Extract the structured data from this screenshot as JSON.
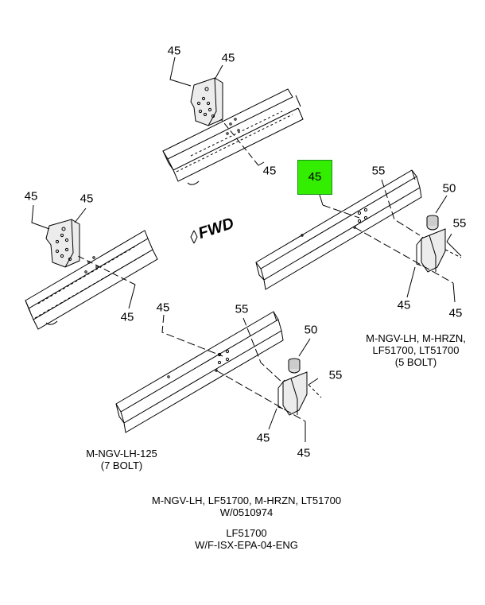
{
  "colors": {
    "line": "#000000",
    "highlight": "#33ee00",
    "part_fill": "#e6e6e6",
    "part_shade": "#9a9a9a"
  },
  "fwd_label": "FWD",
  "callouts": {
    "tl_a": "45",
    "tl_b": "45",
    "tl_c": "45",
    "ml_a": "45",
    "ml_b": "45",
    "ml_c": "45",
    "r_highlight": "45",
    "r_55a": "55",
    "r_50": "50",
    "r_55b": "55",
    "r_45a": "45",
    "r_45b": "45",
    "b_45": "45",
    "b_55a": "55",
    "b_50": "50",
    "b_55b": "55",
    "b_45a": "45",
    "b_45b": "45"
  },
  "captions": {
    "right_config": [
      "M-NGV-LH, M-HRZN,",
      "LF51700, LT51700",
      "(5 BOLT)"
    ],
    "left_config": [
      "M-NGV-LH-125",
      "(7 BOLT)"
    ],
    "applicability_1": [
      "M-NGV-LH, LF51700, M-HRZN, LT51700",
      "W/0510974"
    ],
    "applicability_2": [
      "LF51700",
      "W/F-ISX-EPA-04-ENG"
    ]
  }
}
